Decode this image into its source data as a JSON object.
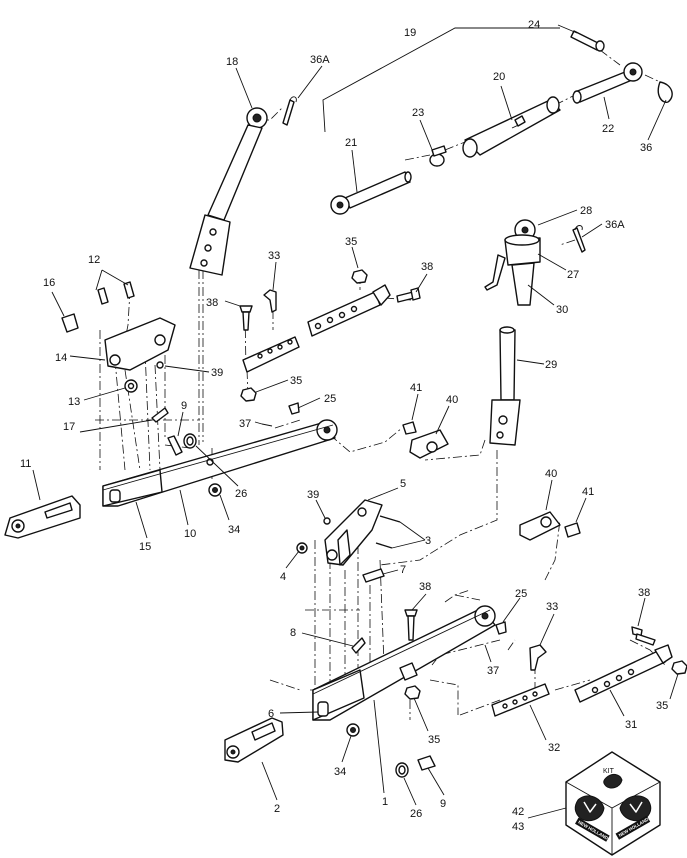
{
  "diagram": {
    "callouts": [
      {
        "id": "c24",
        "text": "24"
      },
      {
        "id": "c19",
        "text": "19"
      },
      {
        "id": "c18",
        "text": "18"
      },
      {
        "id": "c36A_top",
        "text": "36A"
      },
      {
        "id": "c20",
        "text": "20"
      },
      {
        "id": "c23",
        "text": "23"
      },
      {
        "id": "c22",
        "text": "22"
      },
      {
        "id": "c36",
        "text": "36"
      },
      {
        "id": "c21",
        "text": "21"
      },
      {
        "id": "c28",
        "text": "28"
      },
      {
        "id": "c36A_right",
        "text": "36A"
      },
      {
        "id": "c27",
        "text": "27"
      },
      {
        "id": "c30",
        "text": "30"
      },
      {
        "id": "c35_top",
        "text": "35"
      },
      {
        "id": "c33_top",
        "text": "33"
      },
      {
        "id": "c38_top",
        "text": "38"
      },
      {
        "id": "c12",
        "text": "12"
      },
      {
        "id": "c16",
        "text": "16"
      },
      {
        "id": "c38_left",
        "text": "38"
      },
      {
        "id": "c14",
        "text": "14"
      },
      {
        "id": "c39_left",
        "text": "39"
      },
      {
        "id": "c13",
        "text": "13"
      },
      {
        "id": "c35_mid",
        "text": "35"
      },
      {
        "id": "c29",
        "text": "29"
      },
      {
        "id": "c41_top",
        "text": "41"
      },
      {
        "id": "c40_top",
        "text": "40"
      },
      {
        "id": "c25_top",
        "text": "25"
      },
      {
        "id": "c37_top",
        "text": "37"
      },
      {
        "id": "c9_top",
        "text": "9"
      },
      {
        "id": "c17",
        "text": "17"
      },
      {
        "id": "c26_top",
        "text": "26"
      },
      {
        "id": "c11",
        "text": "11"
      },
      {
        "id": "c10",
        "text": "10"
      },
      {
        "id": "c34_top",
        "text": "34"
      },
      {
        "id": "c15",
        "text": "15"
      },
      {
        "id": "c5",
        "text": "5"
      },
      {
        "id": "c39_mid",
        "text": "39"
      },
      {
        "id": "c40_bottom",
        "text": "40"
      },
      {
        "id": "c41_bottom",
        "text": "41"
      },
      {
        "id": "c3",
        "text": "3"
      },
      {
        "id": "c4",
        "text": "4"
      },
      {
        "id": "c7",
        "text": "7"
      },
      {
        "id": "c38_mid",
        "text": "38"
      },
      {
        "id": "c25_bottom",
        "text": "25"
      },
      {
        "id": "c33_bottom",
        "text": "33"
      },
      {
        "id": "c38_right",
        "text": "38"
      },
      {
        "id": "c8",
        "text": "8"
      },
      {
        "id": "c37_bottom",
        "text": "37"
      },
      {
        "id": "c6",
        "text": "6"
      },
      {
        "id": "c35_low",
        "text": "35"
      },
      {
        "id": "c32",
        "text": "32"
      },
      {
        "id": "c31",
        "text": "31"
      },
      {
        "id": "c35_right",
        "text": "35"
      },
      {
        "id": "c34_bottom",
        "text": "34"
      },
      {
        "id": "c2",
        "text": "2"
      },
      {
        "id": "c1",
        "text": "1"
      },
      {
        "id": "c26_bottom",
        "text": "26"
      },
      {
        "id": "c9_bottom",
        "text": "9"
      },
      {
        "id": "c42",
        "text": "42"
      },
      {
        "id": "c43",
        "text": "43"
      }
    ],
    "kit_box": {
      "label": "KIT",
      "brand": "NEW HOLLAND"
    }
  }
}
